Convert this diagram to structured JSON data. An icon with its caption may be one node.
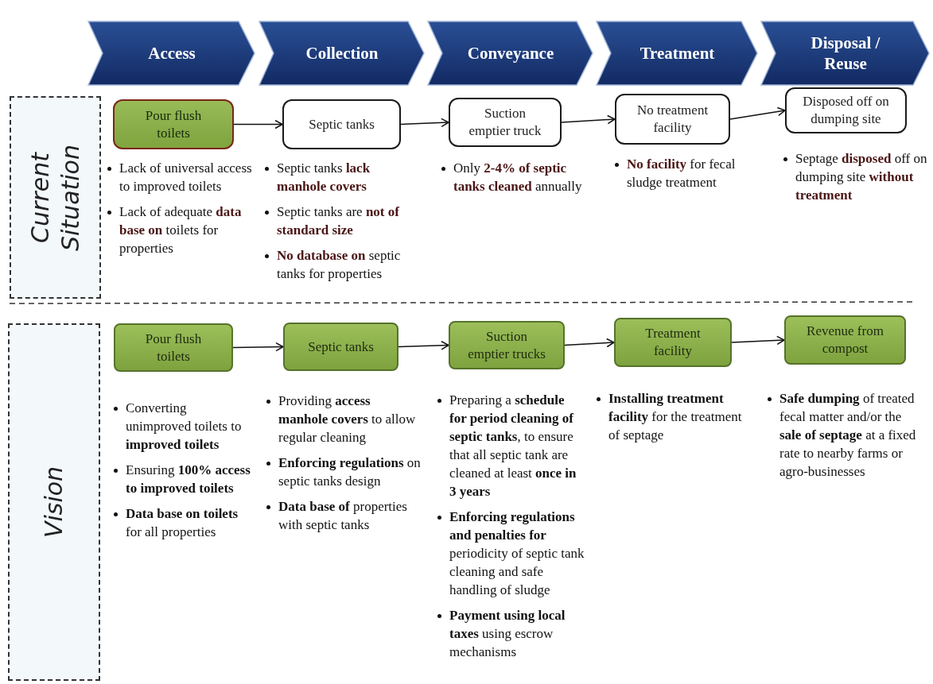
{
  "diagram": {
    "nodes": [
      {
        "text": [
          "Access"
        ]
      },
      {
        "text": [
          "Collection"
        ]
      },
      {
        "text": [
          "Conveyance"
        ]
      },
      {
        "text": [
          "Treatment"
        ]
      },
      {
        "text": [
          "Disposal / Reuse"
        ]
      },
      {
        "text": [
          "Current Situation"
        ]
      },
      {
        "text": [
          "Vision"
        ]
      },
      {
        "text": [
          "Pour flush toilets"
        ],
        "beside": [
          "Lack of universal access to improved toilets",
          "Lack of adequate **data base on** toilets for properties"
        ]
      },
      {
        "text": [
          "Septic tanks"
        ],
        "beside": [
          "Septic tanks **lack manhole covers**",
          "Septic tanks are **not of standard size**",
          "**No database on** septic tanks for properties"
        ]
      },
      {
        "text": [
          "Suction emptier truck"
        ],
        "beside": [
          "Only **2-4% of septic tanks cleaned** annually"
        ]
      },
      {
        "text": [
          "No treatment facility"
        ],
        "beside": [
          "**No facility** for fecal sludge treatment"
        ]
      },
      {
        "text": [
          "Disposed off on dumping site"
        ],
        "beside": [
          "Septage **disposed** off on dumping site **without treatment**"
        ]
      },
      {
        "text": [
          "Pour flush toilets"
        ],
        "beside": [
          "Converting unimproved toilets to **improved toilets**",
          "Ensuring **100% access to improved toilets**",
          "**Data base on toilets** for all properties"
        ]
      },
      {
        "text": [
          "Septic tanks"
        ],
        "beside": [
          "Providing **access manhole covers** to allow regular cleaning",
          "**Enforcing regulations** on septic tanks design",
          "**Data base of** properties with septic tanks"
        ]
      },
      {
        "text": [
          "Suction emptier trucks"
        ],
        "beside": [
          "Preparing a **schedule for period cleaning of septic tanks**, to ensure that all septic tank are cleaned at least **once in 3 years**",
          "**Enforcing regulations and penalties for** periodicity of septic tank cleaning and safe handling of sludge",
          "**Payment using local taxes** using escrow mechanisms"
        ]
      },
      {
        "text": [
          "Treatment facility"
        ],
        "beside": [
          "**Installing treatment facility** for the treatment of septage"
        ]
      },
      {
        "text": [
          "Revenue from compost"
        ],
        "beside": [
          "**Safe dumping** of treated fecal matter and/or the **sale of septage** at a fixed rate to nearby farms or agro-businesses"
        ]
      }
    ],
    "edges": [
      {
        "from": 7,
        "to": 8,
        "arrow": "to"
      },
      {
        "from": 8,
        "to": 9,
        "arrow": "to"
      },
      {
        "from": 9,
        "to": 10,
        "arrow": "to"
      },
      {
        "from": 10,
        "to": 11,
        "arrow": "to"
      },
      {
        "from": 12,
        "to": 13,
        "arrow": "to"
      },
      {
        "from": 13,
        "to": 14,
        "arrow": "to"
      },
      {
        "from": 14,
        "to": 15,
        "arrow": "to"
      },
      {
        "from": 15,
        "to": 16,
        "arrow": "to"
      }
    ]
  }
}
